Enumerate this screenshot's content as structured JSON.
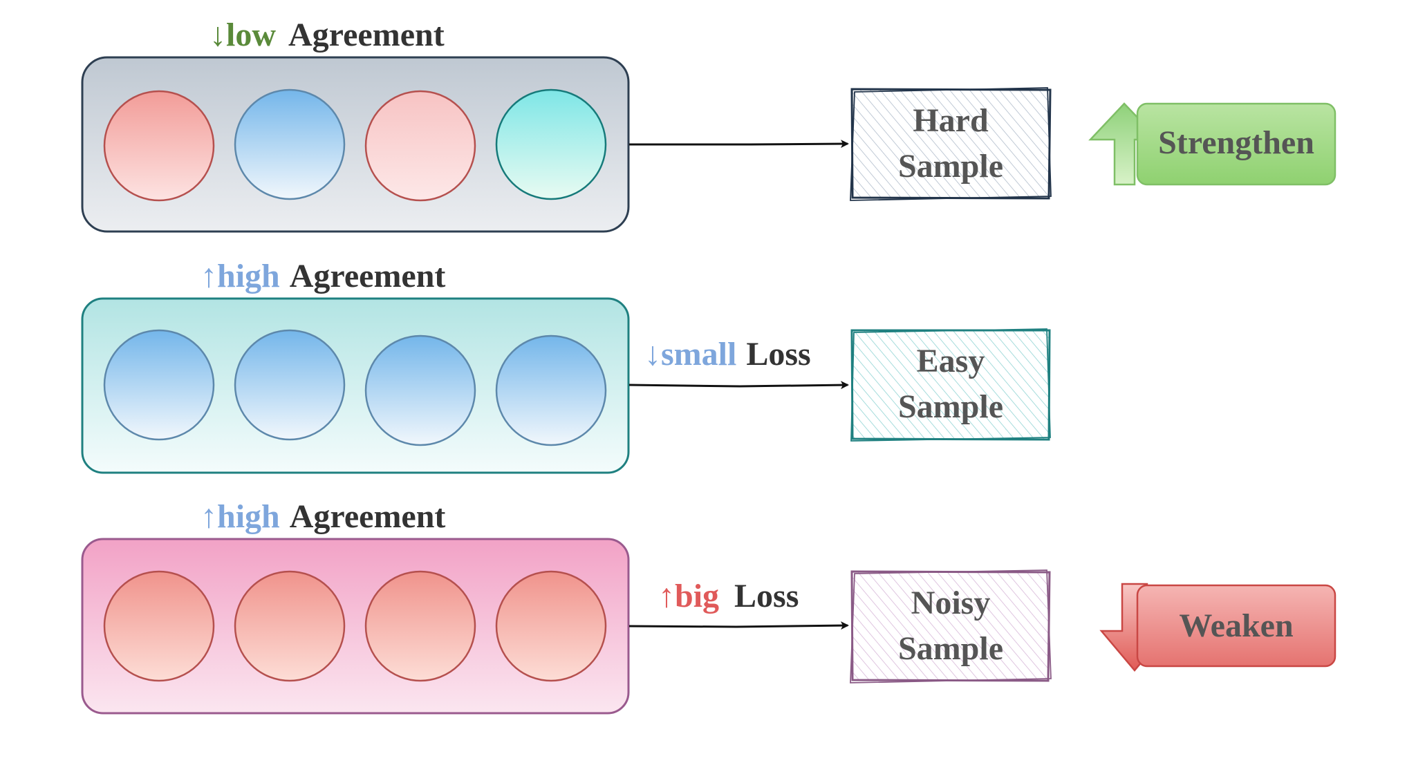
{
  "colors": {
    "low": "#5a8a3a",
    "high": "#7ea6dc",
    "big": "#e05a5a",
    "dark": "#333333",
    "boxText": "#555555",
    "arrowLine": "#111111"
  },
  "rows": [
    {
      "header": {
        "arrow": "↓",
        "word": "low",
        "rest": "Agreement"
      },
      "lossLabel": null,
      "sample": {
        "line1": "Hard",
        "line2": "Sample"
      },
      "action": {
        "label": "Strengthen",
        "direction": "up"
      }
    },
    {
      "header": {
        "arrow": "↑",
        "word": "high",
        "rest": "Agreement"
      },
      "lossLabel": {
        "arrow": "↓",
        "word": "small",
        "rest": "Loss"
      },
      "sample": {
        "line1": "Easy",
        "line2": "Sample"
      },
      "action": null
    },
    {
      "header": {
        "arrow": "↑",
        "word": "high",
        "rest": "Agreement"
      },
      "lossLabel": {
        "arrow": "↑",
        "word": "big",
        "rest": "Loss"
      },
      "sample": {
        "line1": "Noisy",
        "line2": "Sample"
      },
      "action": {
        "label": "Weaken",
        "direction": "down"
      }
    }
  ]
}
